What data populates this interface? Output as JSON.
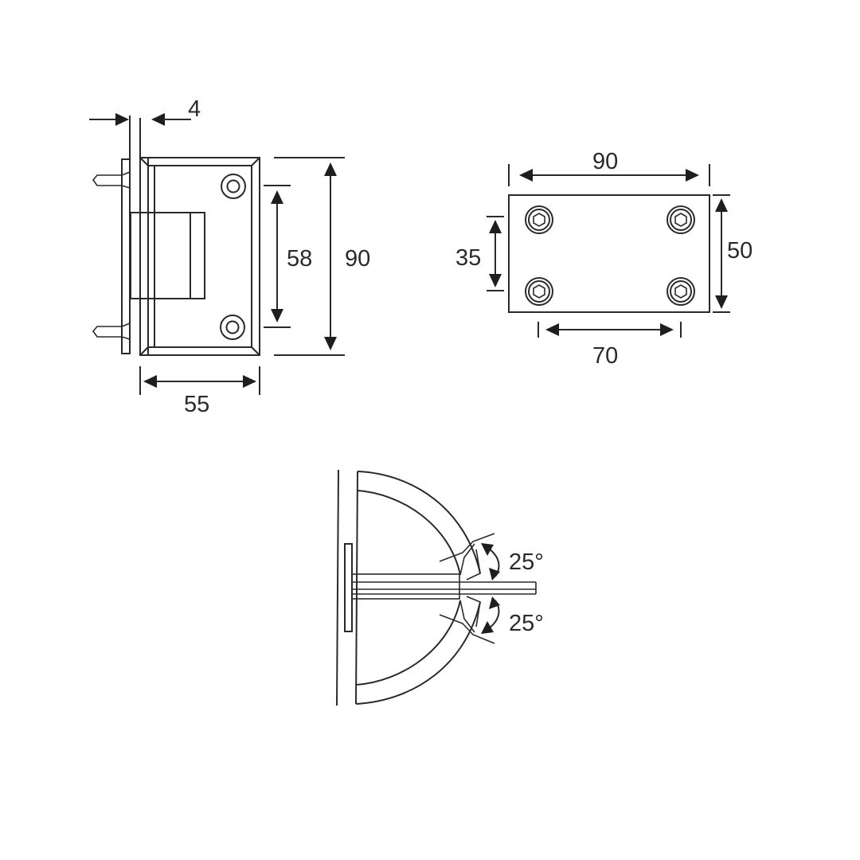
{
  "diagram": {
    "subject": "Glass-to-wall shower hinge technical drawing",
    "line_color": "#2a2a2a",
    "background": "#ffffff",
    "side_view": {
      "dimensions": {
        "thickness": "4",
        "inner_height": "58",
        "total_height": "90",
        "width": "55"
      }
    },
    "plate_view": {
      "dimensions": {
        "width": "90",
        "height": "50",
        "hole_vertical_spacing": "35",
        "hole_horizontal_spacing": "70"
      },
      "holes": 4,
      "hole_icon": "hex-socket-screw"
    },
    "swing_view": {
      "angle_up": "25°",
      "angle_down": "25°"
    }
  }
}
